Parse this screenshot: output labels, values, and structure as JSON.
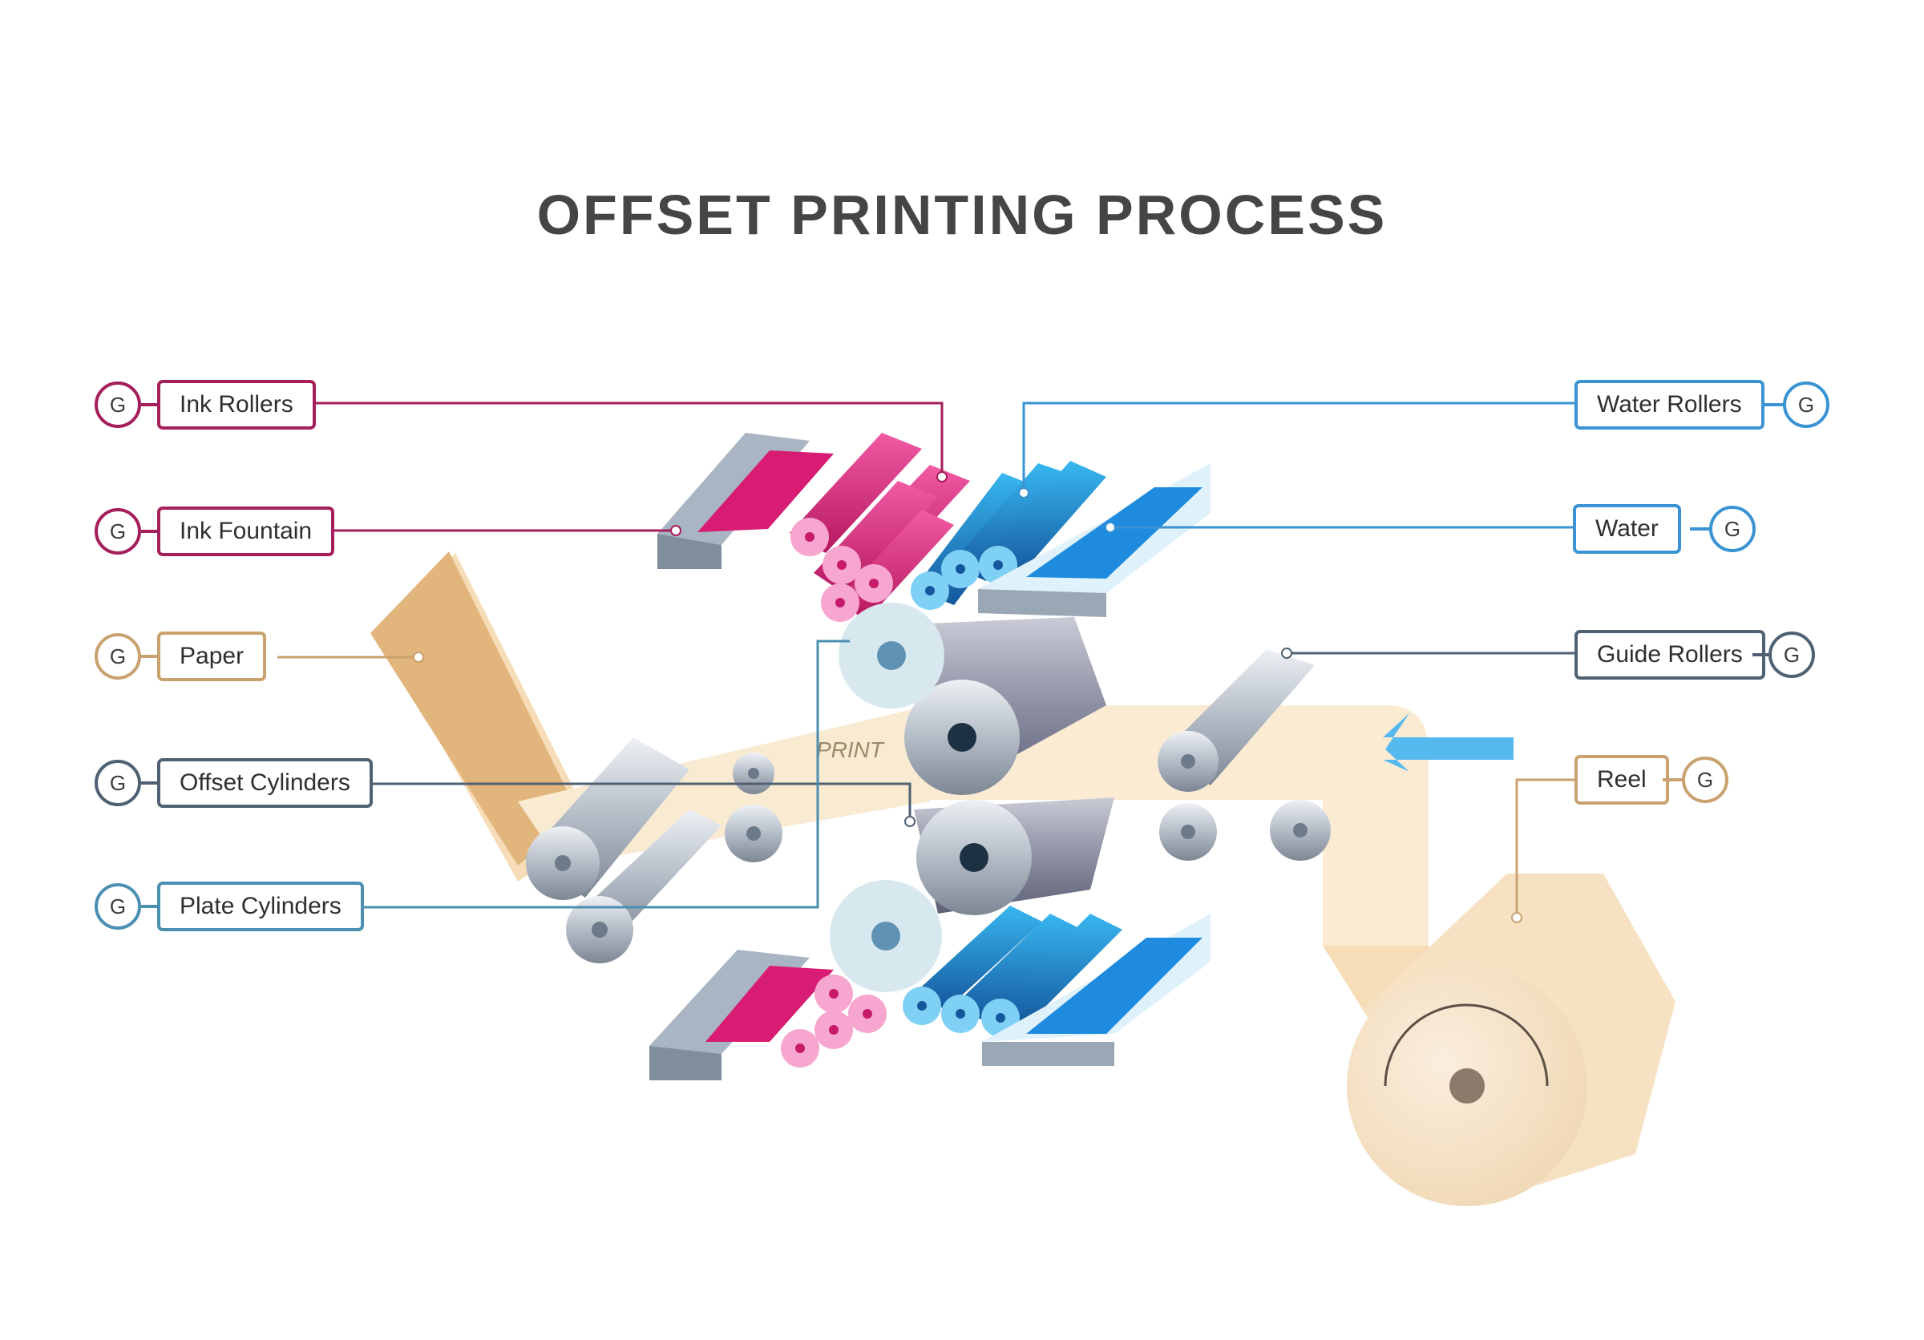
{
  "title": "OFFSET PRINTING PROCESS",
  "badge_letter": "G",
  "print_text": "PRINT",
  "labels": {
    "ink_rollers": "Ink Rollers",
    "ink_fountain": "Ink Fountain",
    "paper": "Paper",
    "offset_cylinders": "Offset Cylinders",
    "plate_cylinders": "Plate Cylinders",
    "water_rollers": "Water Rollers",
    "water": "Water",
    "guide_rollers": "Guide Rollers",
    "reel": "Reel"
  },
  "colors": {
    "ink": "#a51f5c",
    "paper": "#c9a26f",
    "offset": "#4f6173",
    "plate": "#4b8fb1",
    "water": "#3a93d2",
    "guide": "#4f6173",
    "reel": "#c9a26f",
    "title": "#444547"
  }
}
